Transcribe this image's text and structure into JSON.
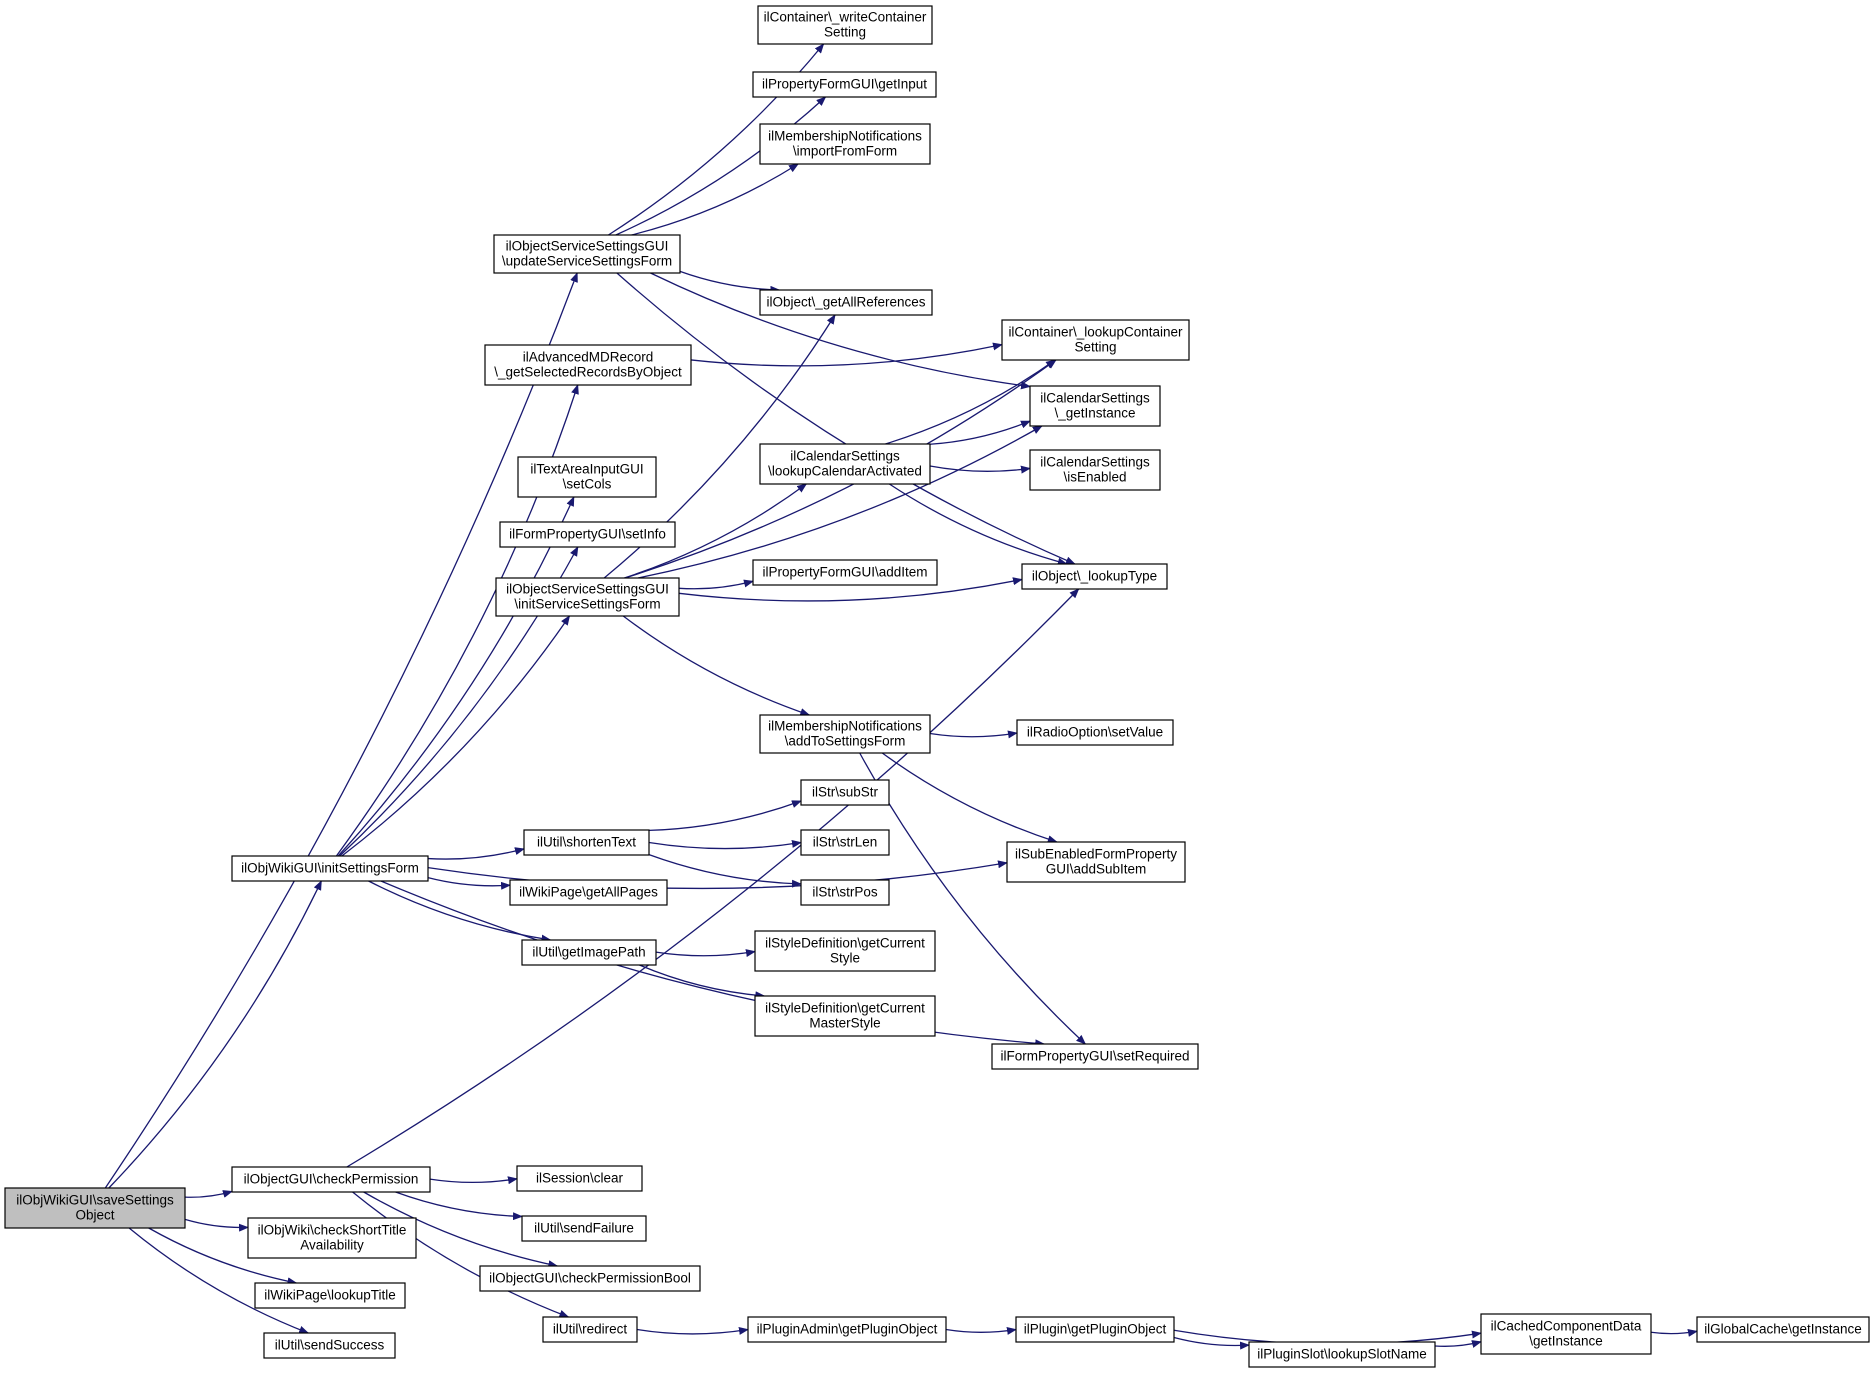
{
  "colors": {
    "edge": "#191970",
    "node_border": "#000000",
    "node_fill": "#ffffff",
    "root_fill": "#bfbfbf"
  },
  "nodes": [
    {
      "id": "root",
      "lines": [
        "ilObjWikiGUI\\saveSettings",
        "Object"
      ]
    },
    {
      "id": "initSettingsForm",
      "lines": [
        "ilObjWikiGUI\\initSettingsForm"
      ]
    },
    {
      "id": "checkPermission",
      "lines": [
        "ilObjectGUI\\checkPermission"
      ]
    },
    {
      "id": "checkShortTitle",
      "lines": [
        "ilObjWiki\\checkShortTitle",
        "Availability"
      ]
    },
    {
      "id": "lookupTitle",
      "lines": [
        "ilWikiPage\\lookupTitle"
      ]
    },
    {
      "id": "sendSuccess",
      "lines": [
        "ilUtil\\sendSuccess"
      ]
    },
    {
      "id": "updateServiceSettingsForm",
      "lines": [
        "ilObjectServiceSettingsGUI",
        "\\updateServiceSettingsForm"
      ]
    },
    {
      "id": "getSelectedRecords",
      "lines": [
        "ilAdvancedMDRecord",
        "\\_getSelectedRecordsByObject"
      ]
    },
    {
      "id": "setCols",
      "lines": [
        "ilTextAreaInputGUI",
        "\\setCols"
      ]
    },
    {
      "id": "setInfo",
      "lines": [
        "ilFormPropertyGUI\\setInfo"
      ]
    },
    {
      "id": "initServiceSettingsForm",
      "lines": [
        "ilObjectServiceSettingsGUI",
        "\\initServiceSettingsForm"
      ]
    },
    {
      "id": "shortenText",
      "lines": [
        "ilUtil\\shortenText"
      ]
    },
    {
      "id": "getAllPages",
      "lines": [
        "ilWikiPage\\getAllPages"
      ]
    },
    {
      "id": "getImagePath",
      "lines": [
        "ilUtil\\getImagePath"
      ]
    },
    {
      "id": "sessionClear",
      "lines": [
        "ilSession\\clear"
      ]
    },
    {
      "id": "sendFailure",
      "lines": [
        "ilUtil\\sendFailure"
      ]
    },
    {
      "id": "checkPermissionBool",
      "lines": [
        "ilObjectGUI\\checkPermissionBool"
      ]
    },
    {
      "id": "redirect",
      "lines": [
        "ilUtil\\redirect"
      ]
    },
    {
      "id": "writeContainerSetting",
      "lines": [
        "ilContainer\\_writeContainer",
        "Setting"
      ]
    },
    {
      "id": "getInput",
      "lines": [
        "ilPropertyFormGUI\\getInput"
      ]
    },
    {
      "id": "importFromForm",
      "lines": [
        "ilMembershipNotifications",
        "\\importFromForm"
      ]
    },
    {
      "id": "getAllReferences",
      "lines": [
        "ilObject\\_getAllReferences"
      ]
    },
    {
      "id": "lookupCalendarActivated",
      "lines": [
        "ilCalendarSettings",
        "\\lookupCalendarActivated"
      ]
    },
    {
      "id": "addItem",
      "lines": [
        "ilPropertyFormGUI\\addItem"
      ]
    },
    {
      "id": "addToSettingsForm",
      "lines": [
        "ilMembershipNotifications",
        "\\addToSettingsForm"
      ]
    },
    {
      "id": "subStr",
      "lines": [
        "ilStr\\subStr"
      ]
    },
    {
      "id": "strLen",
      "lines": [
        "ilStr\\strLen"
      ]
    },
    {
      "id": "strPos",
      "lines": [
        "ilStr\\strPos"
      ]
    },
    {
      "id": "getCurrentStyle",
      "lines": [
        "ilStyleDefinition\\getCurrent",
        "Style"
      ]
    },
    {
      "id": "getCurrentMasterStyle",
      "lines": [
        "ilStyleDefinition\\getCurrent",
        "MasterStyle"
      ]
    },
    {
      "id": "getPluginObjectAdmin",
      "lines": [
        "ilPluginAdmin\\getPluginObject"
      ]
    },
    {
      "id": "lookupContainerSetting",
      "lines": [
        "ilContainer\\_lookupContainer",
        "Setting"
      ]
    },
    {
      "id": "calGetInstance",
      "lines": [
        "ilCalendarSettings",
        "\\_getInstance"
      ]
    },
    {
      "id": "calIsEnabled",
      "lines": [
        "ilCalendarSettings",
        "\\isEnabled"
      ]
    },
    {
      "id": "lookupType",
      "lines": [
        "ilObject\\_lookupType"
      ]
    },
    {
      "id": "setValue",
      "lines": [
        "ilRadioOption\\setValue"
      ]
    },
    {
      "id": "addSubItem",
      "lines": [
        "ilSubEnabledFormProperty",
        "GUI\\addSubItem"
      ]
    },
    {
      "id": "setRequired",
      "lines": [
        "ilFormPropertyGUI\\setRequired"
      ]
    },
    {
      "id": "pluginGetPluginObject",
      "lines": [
        "ilPlugin\\getPluginObject"
      ]
    },
    {
      "id": "lookupSlotName",
      "lines": [
        "ilPluginSlot\\lookupSlotName"
      ]
    },
    {
      "id": "cachedGetInstance",
      "lines": [
        "ilCachedComponentData",
        "\\getInstance"
      ]
    },
    {
      "id": "globalCacheGetInstance",
      "lines": [
        "ilGlobalCache\\getInstance"
      ]
    }
  ],
  "edges": [
    [
      "root",
      "initSettingsForm"
    ],
    [
      "root",
      "checkPermission"
    ],
    [
      "root",
      "checkShortTitle"
    ],
    [
      "root",
      "lookupTitle"
    ],
    [
      "root",
      "sendSuccess"
    ],
    [
      "root",
      "updateServiceSettingsForm"
    ],
    [
      "initSettingsForm",
      "getSelectedRecords"
    ],
    [
      "initSettingsForm",
      "setCols"
    ],
    [
      "initSettingsForm",
      "setInfo"
    ],
    [
      "initSettingsForm",
      "initServiceSettingsForm"
    ],
    [
      "initSettingsForm",
      "shortenText"
    ],
    [
      "initSettingsForm",
      "getAllPages"
    ],
    [
      "initSettingsForm",
      "getImagePath"
    ],
    [
      "initSettingsForm",
      "addSubItem"
    ],
    [
      "initSettingsForm",
      "setRequired"
    ],
    [
      "updateServiceSettingsForm",
      "writeContainerSetting"
    ],
    [
      "updateServiceSettingsForm",
      "getInput"
    ],
    [
      "updateServiceSettingsForm",
      "importFromForm"
    ],
    [
      "updateServiceSettingsForm",
      "getAllReferences"
    ],
    [
      "updateServiceSettingsForm",
      "calGetInstance"
    ],
    [
      "updateServiceSettingsForm",
      "lookupType"
    ],
    [
      "getSelectedRecords",
      "lookupContainerSetting"
    ],
    [
      "initServiceSettingsForm",
      "getAllReferences"
    ],
    [
      "initServiceSettingsForm",
      "lookupContainerSetting"
    ],
    [
      "initServiceSettingsForm",
      "calGetInstance"
    ],
    [
      "initServiceSettingsForm",
      "lookupCalendarActivated"
    ],
    [
      "initServiceSettingsForm",
      "addItem"
    ],
    [
      "initServiceSettingsForm",
      "lookupType"
    ],
    [
      "initServiceSettingsForm",
      "addToSettingsForm"
    ],
    [
      "lookupCalendarActivated",
      "lookupContainerSetting"
    ],
    [
      "lookupCalendarActivated",
      "calGetInstance"
    ],
    [
      "lookupCalendarActivated",
      "calIsEnabled"
    ],
    [
      "lookupCalendarActivated",
      "lookupType"
    ],
    [
      "addToSettingsForm",
      "setValue"
    ],
    [
      "addToSettingsForm",
      "addSubItem"
    ],
    [
      "addToSettingsForm",
      "setRequired"
    ],
    [
      "shortenText",
      "subStr"
    ],
    [
      "shortenText",
      "strLen"
    ],
    [
      "shortenText",
      "strPos"
    ],
    [
      "getImagePath",
      "getCurrentStyle"
    ],
    [
      "getImagePath",
      "getCurrentMasterStyle"
    ],
    [
      "checkPermission",
      "lookupType"
    ],
    [
      "checkPermission",
      "sessionClear"
    ],
    [
      "checkPermission",
      "sendFailure"
    ],
    [
      "checkPermission",
      "checkPermissionBool"
    ],
    [
      "checkPermission",
      "redirect"
    ],
    [
      "redirect",
      "getPluginObjectAdmin"
    ],
    [
      "getPluginObjectAdmin",
      "pluginGetPluginObject"
    ],
    [
      "pluginGetPluginObject",
      "cachedGetInstance"
    ],
    [
      "pluginGetPluginObject",
      "lookupSlotName"
    ],
    [
      "lookupSlotName",
      "cachedGetInstance"
    ],
    [
      "cachedGetInstance",
      "globalCacheGetInstance"
    ]
  ]
}
